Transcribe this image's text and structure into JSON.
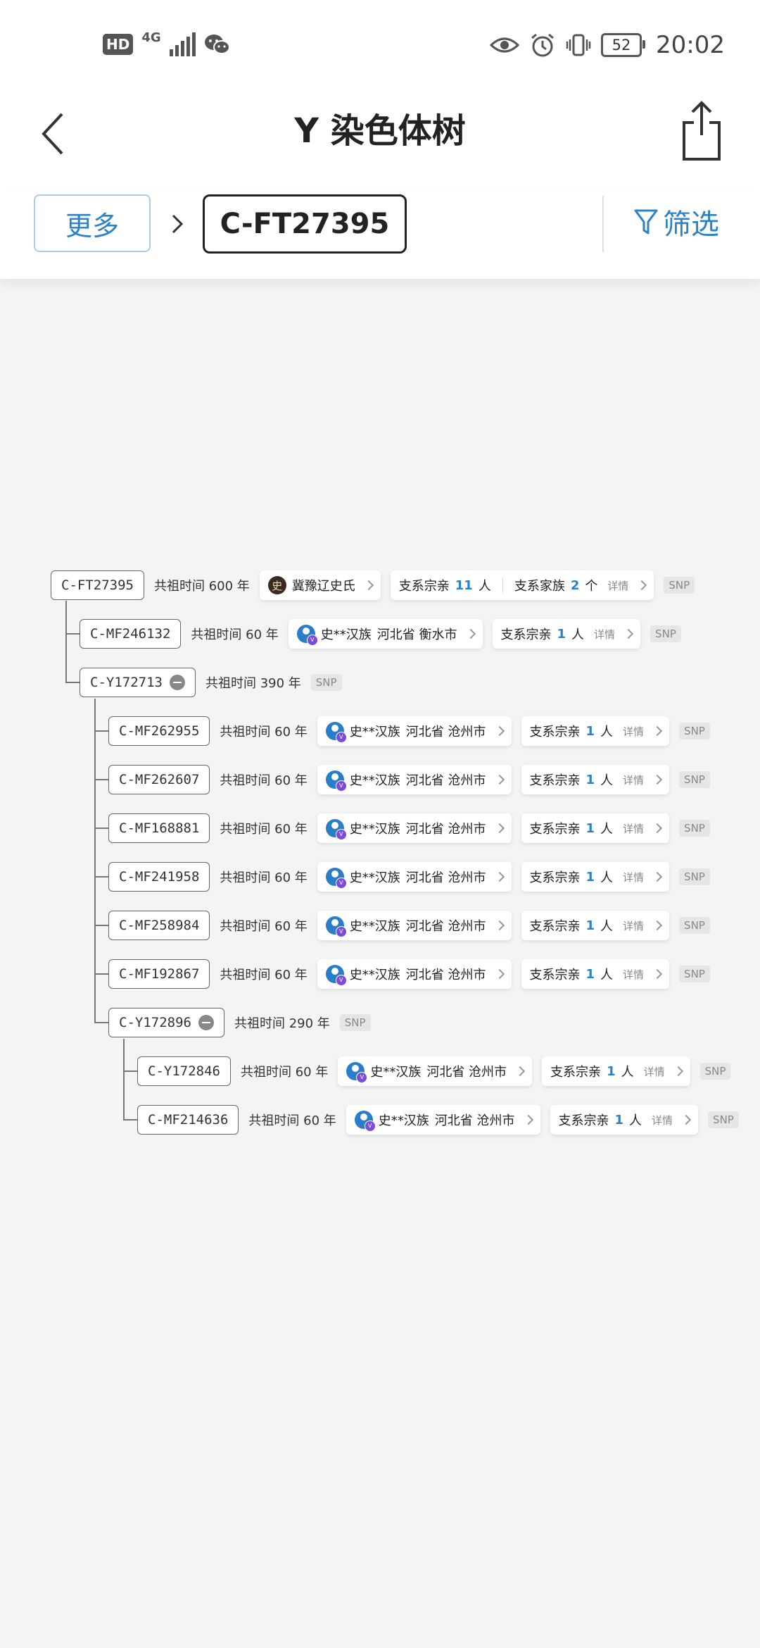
{
  "status_bar": {
    "hd": "HD",
    "network": "4G",
    "battery": "52",
    "time": "20:02"
  },
  "header": {
    "title": "Y 染色体树",
    "back_icon": "chevron-left-icon",
    "share_icon": "share-icon"
  },
  "crumbs": {
    "more_label": "更多",
    "current": "C-FT27395",
    "filter_label": "筛选"
  },
  "labels": {
    "time_prefix": "共祖时间",
    "year_suffix": "年",
    "branch_kin": "支系宗亲",
    "branch_clan": "支系家族",
    "person_unit": "人",
    "clan_unit": "个",
    "detail": "详情",
    "snp": "SNP"
  },
  "tree": {
    "root": {
      "id": "C-FT27395",
      "years": "600",
      "surname_char": "史",
      "clan_name": "冀豫辽史氏",
      "kin_count": "11",
      "clan_count": "2"
    },
    "rows": [
      {
        "id": "C-MF246132",
        "years": "60",
        "name": "史**汉族",
        "place": "河北省 衡水市",
        "kin_count": "1"
      },
      {
        "id": "C-Y172713",
        "years": "390",
        "group": true
      },
      {
        "id": "C-MF262955",
        "years": "60",
        "name": "史**汉族",
        "place": "河北省 沧州市",
        "kin_count": "1"
      },
      {
        "id": "C-MF262607",
        "years": "60",
        "name": "史**汉族",
        "place": "河北省 沧州市",
        "kin_count": "1"
      },
      {
        "id": "C-MF168881",
        "years": "60",
        "name": "史**汉族",
        "place": "河北省 沧州市",
        "kin_count": "1"
      },
      {
        "id": "C-MF241958",
        "years": "60",
        "name": "史**汉族",
        "place": "河北省 沧州市",
        "kin_count": "1"
      },
      {
        "id": "C-MF258984",
        "years": "60",
        "name": "史**汉族",
        "place": "河北省 沧州市",
        "kin_count": "1"
      },
      {
        "id": "C-MF192867",
        "years": "60",
        "name": "史**汉族",
        "place": "河北省 沧州市",
        "kin_count": "1"
      },
      {
        "id": "C-Y172896",
        "years": "290",
        "group": true
      },
      {
        "id": "C-Y172846",
        "years": "60",
        "name": "史**汉族",
        "place": "河北省 沧州市",
        "kin_count": "1"
      },
      {
        "id": "C-MF214636",
        "years": "60",
        "name": "史**汉族",
        "place": "河北省 沧州市",
        "kin_count": "1"
      }
    ]
  }
}
